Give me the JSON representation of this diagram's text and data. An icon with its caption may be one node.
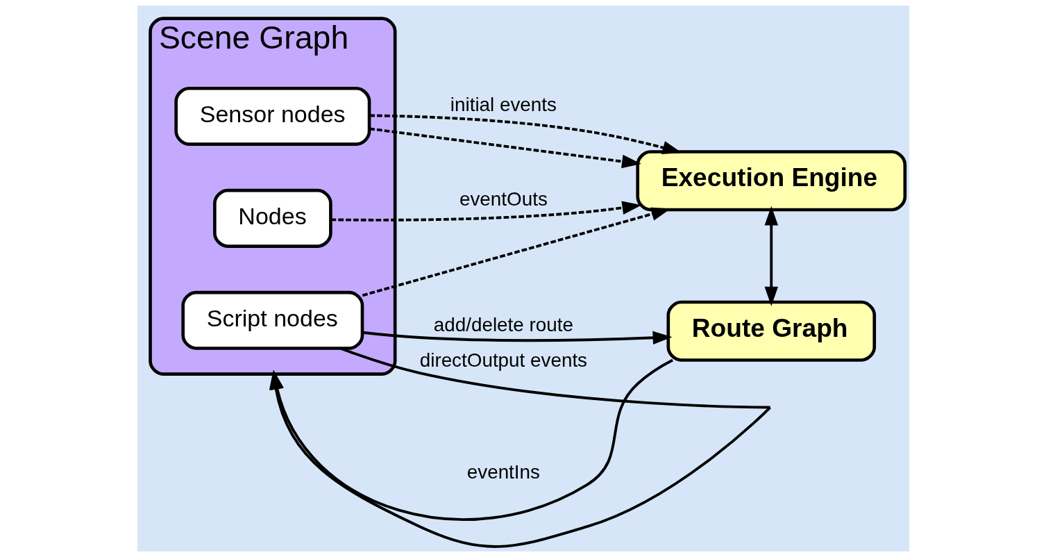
{
  "diagram": {
    "nodes": [
      {
        "text": [
          "Scene Graph"
        ]
      },
      {
        "text": [
          "Sensor nodes"
        ],
        "in": 0
      },
      {
        "text": [
          "Nodes"
        ],
        "in": 0
      },
      {
        "text": [
          "Script nodes"
        ],
        "in": 0
      },
      {
        "text": [
          "Execution Engine"
        ]
      },
      {
        "text": [
          "Route Graph"
        ]
      }
    ],
    "edges": [
      {
        "from": 1,
        "to": 4,
        "arrow": "to",
        "label": "initial events",
        "style": "dashed"
      },
      {
        "from": 1,
        "to": 4,
        "arrow": "to",
        "style": "dashed"
      },
      {
        "from": 2,
        "to": 4,
        "arrow": "to",
        "label": "eventOuts",
        "style": "dashed"
      },
      {
        "from": 3,
        "to": 4,
        "arrow": "to",
        "style": "dashed"
      },
      {
        "from": 4,
        "to": 5,
        "arrow": "both"
      },
      {
        "from": 3,
        "to": 5,
        "arrow": "to",
        "label": "add/delete route"
      },
      {
        "from": 3,
        "to": 0,
        "arrow": "to",
        "label": "directOutput events"
      },
      {
        "from": 5,
        "to": 0,
        "arrow": "to",
        "label": "eventIns"
      }
    ]
  }
}
